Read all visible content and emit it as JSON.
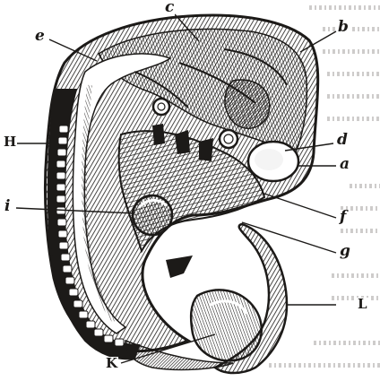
{
  "figure": {
    "labels": {
      "a": "a",
      "b": "b",
      "c": "c",
      "d": "d",
      "e": "e",
      "f": "f",
      "g": "g",
      "i": "i",
      "H": "H",
      "K": "K",
      "L": "L"
    }
  },
  "colors": {
    "ink": "#1c1a18",
    "paper": "#ffffff"
  }
}
